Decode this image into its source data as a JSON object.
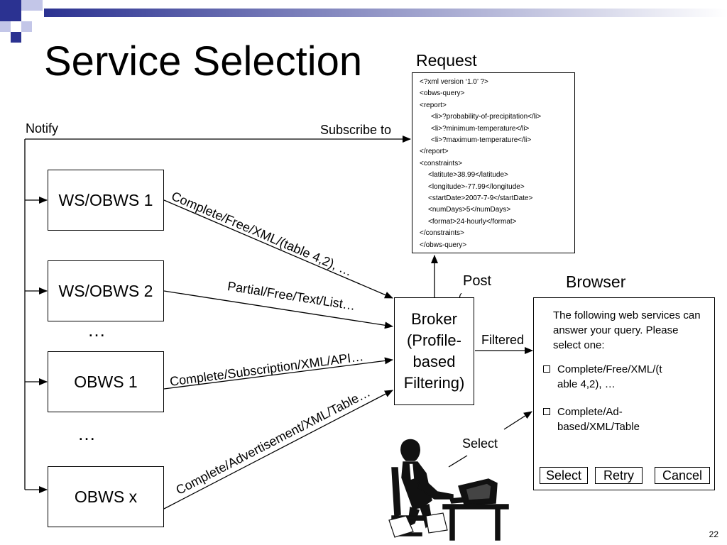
{
  "title": "Service Selection",
  "request_label": "Request",
  "request_xml": [
    "<?xml version ‘1.0’ ?>",
    "<obws-query>",
    "<report>",
    "<li>?probability-of-precipitation</li>",
    "<li>?minimum-temperature</li>",
    "<li>?maximum-temperature</li>",
    "</report>",
    "<constraints>",
    "<latitute>38.99</latitude>",
    "<longitude>-77.99</longitude>",
    "<startDate>2007-7-9</startDate>",
    "<numDays>5</numDays>",
    "<format>24-hourly</format>",
    "</constraints>",
    "</obws-query>"
  ],
  "notify_label": "Notify",
  "subscribe_label": "Subscribe to",
  "services": [
    "WS/OBWS 1",
    "WS/OBWS 2",
    "OBWS 1",
    "OBWS x"
  ],
  "ellipsis": [
    "…",
    "…"
  ],
  "links": [
    "Complete/Free/XML/(table 4,2), …",
    "Partial/Free/Text/List…",
    "Complete/Subscription/XML/API…",
    "Complete/Advertisement/XML/Table…"
  ],
  "post_label": "Post",
  "post_mark": "(",
  "broker_lines": [
    "Broker",
    "(Profile-",
    "based",
    "Filtering)"
  ],
  "filtered_label": "Filtered",
  "select_label": "Select",
  "browser": {
    "title": "Browser",
    "intro": "The following web services can answer your query. Please select one:",
    "options": [
      "Complete/Free/XML/(t able 4,2), …",
      "Complete/Ad-based/XML/Table"
    ],
    "buttons": {
      "select": "Select",
      "retry": "Retry",
      "cancel": "Cancel"
    }
  },
  "slide_number": "22",
  "colors": {
    "deco_dark": "#2b3291",
    "deco_light": "#c3c6e8"
  }
}
